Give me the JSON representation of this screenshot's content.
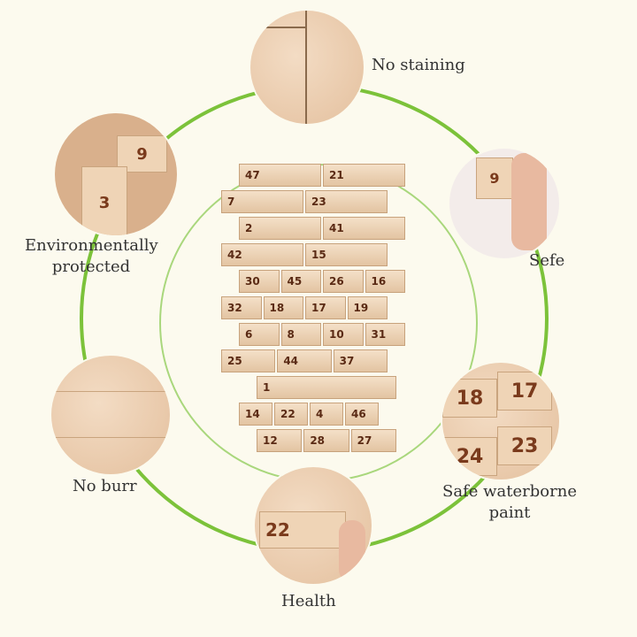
{
  "features": [
    {
      "label": "No staining"
    },
    {
      "label": "Environmentally protected"
    },
    {
      "label": "Sefe"
    },
    {
      "label": "No burr"
    },
    {
      "label": "Safe waterborne paint"
    },
    {
      "label": "Health"
    }
  ],
  "bubble_numbers": {
    "env": [
      "9",
      "3"
    ],
    "safe": [
      "9"
    ],
    "paint": [
      "18",
      "17",
      "24",
      "23"
    ],
    "health": [
      "22"
    ]
  },
  "tower_numbers": [
    "47",
    "21",
    "7",
    "23",
    "2",
    "41",
    "42",
    "15",
    "30",
    "45",
    "26",
    "16",
    "32",
    "18",
    "17",
    "19",
    "6",
    "8",
    "10",
    "31",
    "25",
    "44",
    "37",
    "1",
    "14",
    "22",
    "4",
    "46",
    "12",
    "28",
    "27"
  ],
  "colors": {
    "ring": "#7cc23a",
    "background": "#fcfaee",
    "wood": "#efd4b6",
    "digits": "#7a3a1c"
  }
}
